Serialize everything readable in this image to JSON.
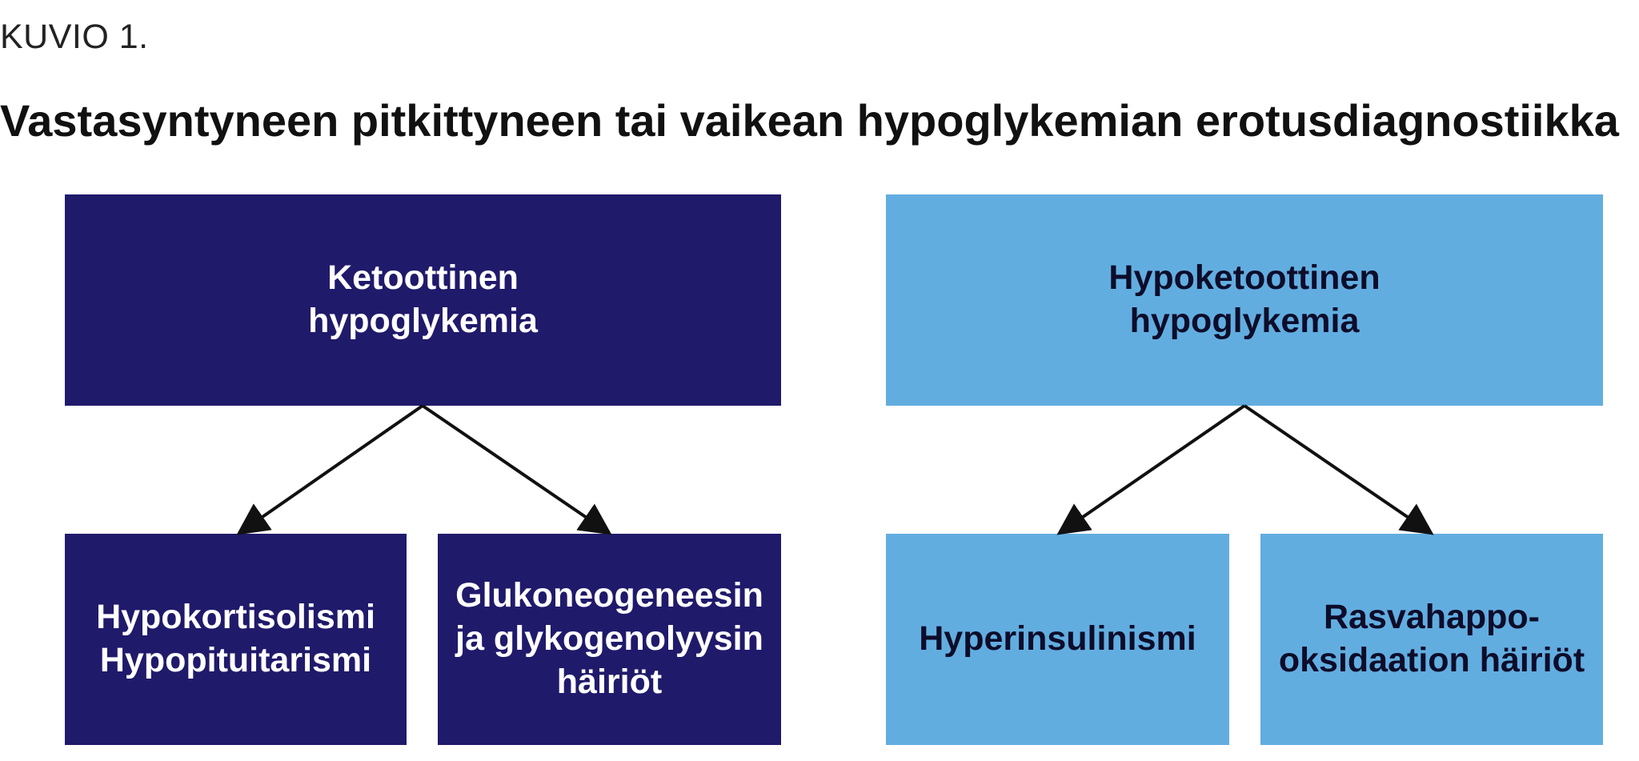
{
  "figure": {
    "label": "KUVIO 1.",
    "title": "Vastasyntyneen pitkittyneen tai vaikean hypoglykemian erotusdiagnostiikka"
  },
  "colors": {
    "dark_box": "#201a6b",
    "light_box": "#62ade0",
    "arrow": "#111111"
  },
  "diagram": {
    "ketotic": {
      "line1": "Ketoottinen",
      "line2": "hypoglykemia",
      "children": [
        {
          "line1": "Hypokortisolismi",
          "line2": "Hypopituitarismi"
        },
        {
          "line1": "Glukoneogeneesin",
          "line2": "ja glykogenolyysin",
          "line3": "häiriöt"
        }
      ]
    },
    "hypoketotic": {
      "line1": "Hypoketoottinen",
      "line2": "hypoglykemia",
      "children": [
        {
          "line1": "Hyperinsulinismi"
        },
        {
          "line1": "Rasvahappo-",
          "line2": "oksidaation häiriöt"
        }
      ]
    }
  }
}
